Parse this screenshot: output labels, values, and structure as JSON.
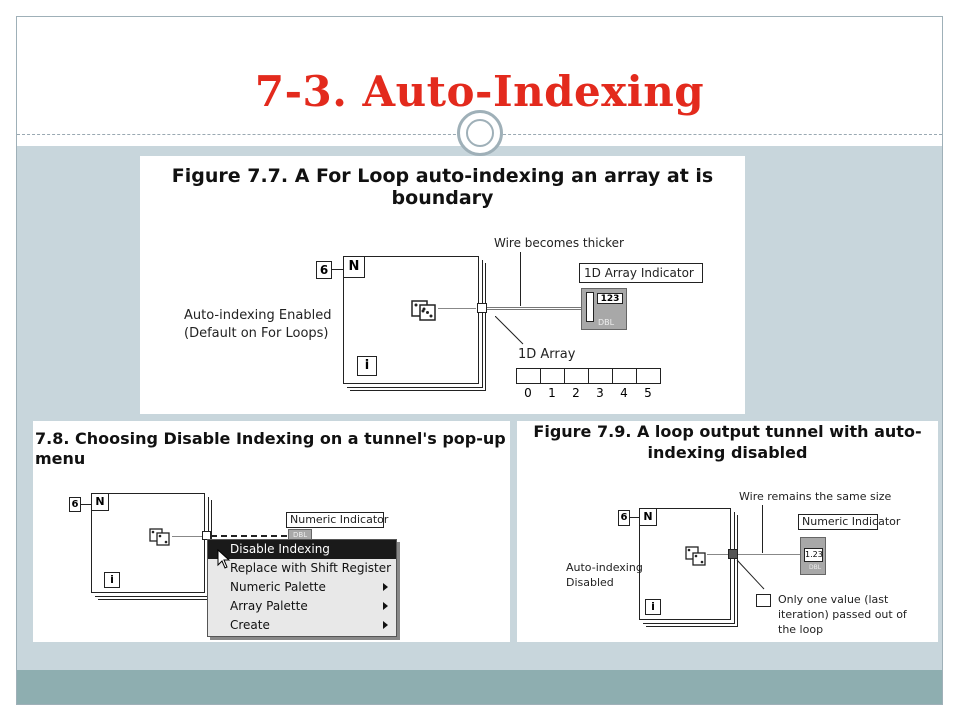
{
  "slide": {
    "title": "7-3. Auto-Indexing",
    "colors": {
      "title": "#e32a1d",
      "content_bg": "#c8d6dc",
      "footer_bg": "#8eaeb0",
      "frame": "#9fb0b8"
    }
  },
  "fig1": {
    "caption": "Figure 7.7. A For Loop auto-indexing an array at is boundary",
    "n_count": "6",
    "n_label": "N",
    "i_label": "i",
    "wire_label": "Wire becomes thicker",
    "indicator_label": "1D Array Indicator",
    "indicator_value": "123",
    "indicator_type": "DBL",
    "note_line1": "Auto-indexing Enabled",
    "note_line2": "(Default on For Loops)",
    "array_label": "1D Array",
    "array_indices": [
      "0",
      "1",
      "2",
      "3",
      "4",
      "5"
    ]
  },
  "fig2": {
    "caption": "7.8. Choosing Disable Indexing on a tunnel's pop-up menu",
    "n_count": "6",
    "n_label": "N",
    "i_label": "i",
    "indicator_label": "Numeric Indicator",
    "indicator_type": "DBL",
    "menu": [
      {
        "label": "Disable Indexing",
        "selected": true,
        "submenu": false
      },
      {
        "label": "Replace with Shift Register",
        "selected": false,
        "submenu": false
      },
      {
        "label": "Numeric Palette",
        "selected": false,
        "submenu": true
      },
      {
        "label": "Array Palette",
        "selected": false,
        "submenu": true
      },
      {
        "label": "Create",
        "selected": false,
        "submenu": true
      }
    ]
  },
  "fig3": {
    "caption": "Figure 7.9. A loop output tunnel with auto-indexing disabled",
    "n_count": "6",
    "n_label": "N",
    "i_label": "i",
    "wire_label": "Wire remains the same size",
    "indicator_label": "Numeric Indicator",
    "indicator_value": "1.23",
    "indicator_type": "DBL",
    "note_line1": "Auto-indexing",
    "note_line2": "Disabled",
    "callout_line1": "Only one value (last",
    "callout_line2": "iteration) passed out of",
    "callout_line3": "the loop"
  }
}
